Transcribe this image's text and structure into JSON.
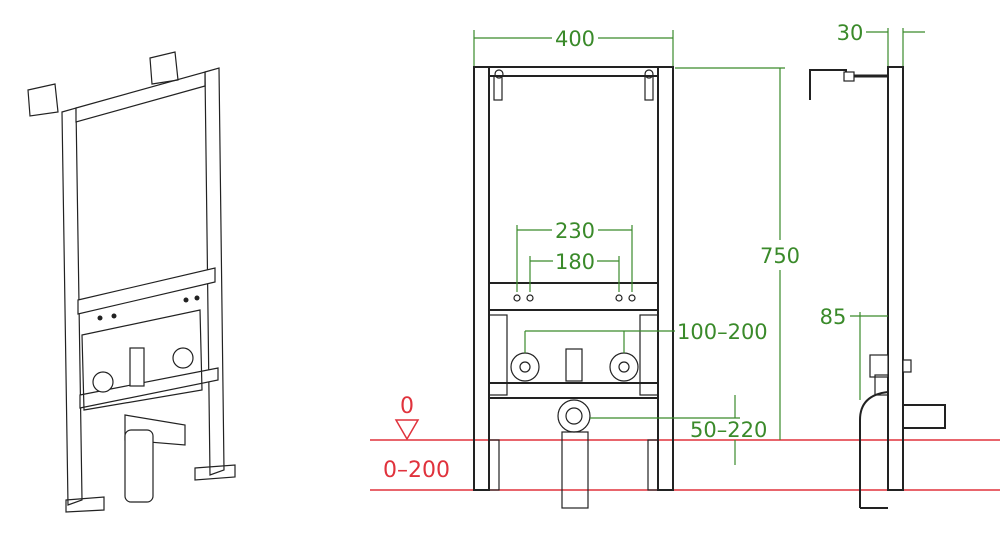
{
  "colors": {
    "dimension": "#3a8a2a",
    "floor": "#e0323c",
    "outline": "#222222"
  },
  "dimensions": {
    "width": "400",
    "height": "750",
    "hole_spacing_outer": "230",
    "hole_spacing_inner": "180",
    "connection_spacing": "100–200",
    "drain_height": "50–220",
    "depth_top": "30",
    "depth_pipe": "85"
  },
  "floor": {
    "zero_level": "0",
    "leg_adjust": "0–200"
  }
}
